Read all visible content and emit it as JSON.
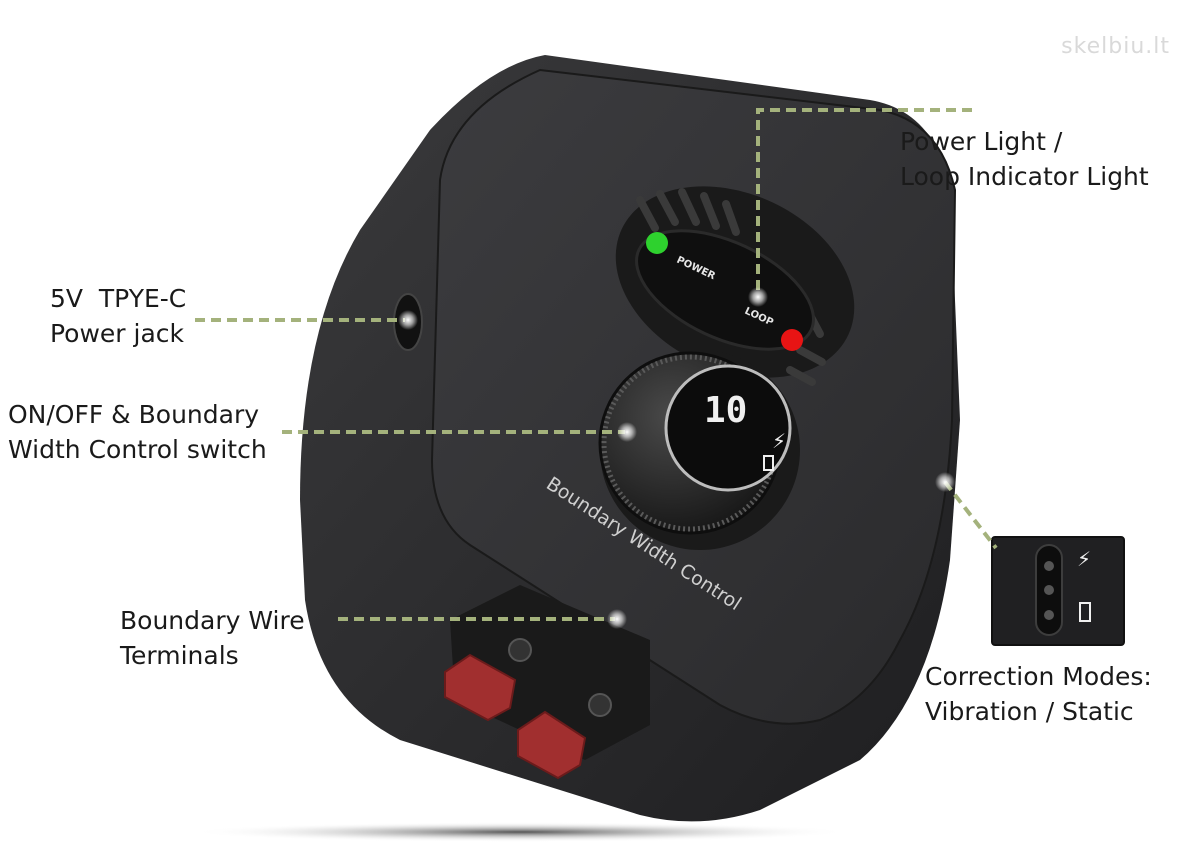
{
  "watermark": "skelbiu.lt",
  "device": {
    "power_led_label": "POWER",
    "loop_led_label": "LOOP",
    "display_value": "10",
    "panel_text": "Boundary Width Control",
    "power_led_color": "#2ed12e",
    "loop_led_color": "#e81414"
  },
  "callouts": {
    "power_light": [
      "Power Light /",
      "Loop Indicator Light"
    ],
    "power_jack": [
      "5V  TPYE-C",
      "Power jack"
    ],
    "onoff_switch": [
      "ON/OFF & Boundary",
      "Width Control switch"
    ],
    "boundary_wire": [
      "Boundary Wire",
      "Terminals"
    ],
    "correction_modes": [
      "Correction Modes:",
      "Vibration / Static"
    ]
  },
  "colors": {
    "leader_line": "#a4b27c",
    "body": "#2b2b2d",
    "face": "#333336"
  }
}
